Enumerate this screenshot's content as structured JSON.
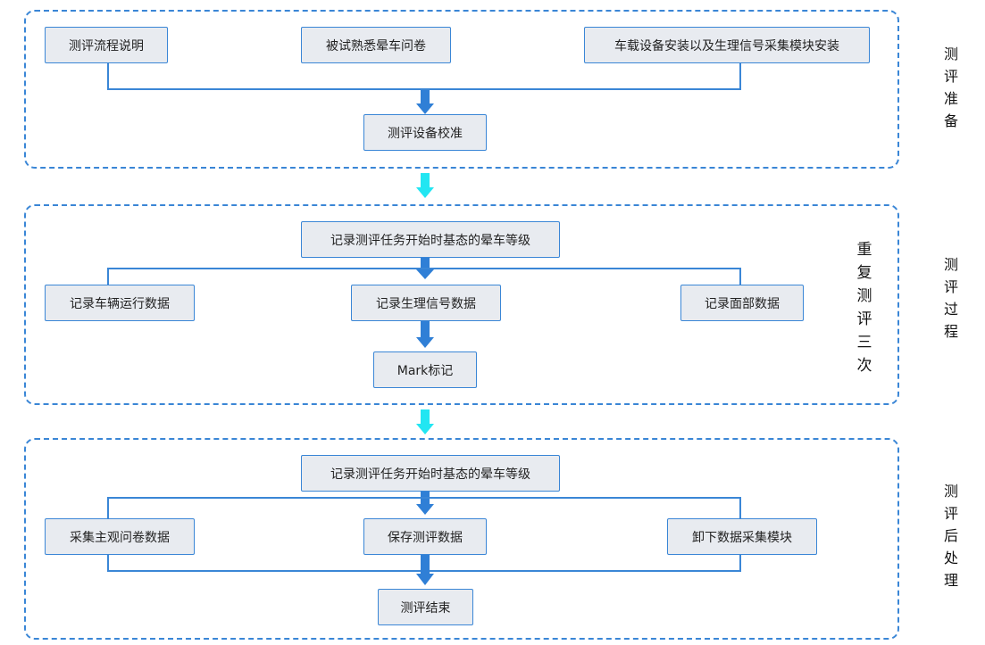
{
  "stages": {
    "prep": {
      "label": "测评准备",
      "top_boxes": [
        "测评流程说明",
        "被试熟悉晕车问卷",
        "车载设备安装以及生理信号采集模块安装"
      ],
      "bottom_box": "测评设备校准"
    },
    "process": {
      "label": "测评过程",
      "repeat_note": "重复测评三次",
      "top_box": "记录测评任务开始时基态的晕车等级",
      "row_boxes": [
        "记录车辆运行数据",
        "记录生理信号数据",
        "记录面部数据"
      ],
      "bottom_box": "Mark标记"
    },
    "post": {
      "label": "测评后处理",
      "top_box": "记录测评任务开始时基态的晕车等级",
      "row_boxes": [
        "采集主观问卷数据",
        "保存测评数据",
        "卸下数据采集模块"
      ],
      "bottom_box": "测评结束"
    }
  },
  "colors": {
    "border": "#3a86d6",
    "box_fill": "#e8ebf0",
    "arrow_inner": "#2f7fd6",
    "arrow_between": "#22e6f2"
  }
}
